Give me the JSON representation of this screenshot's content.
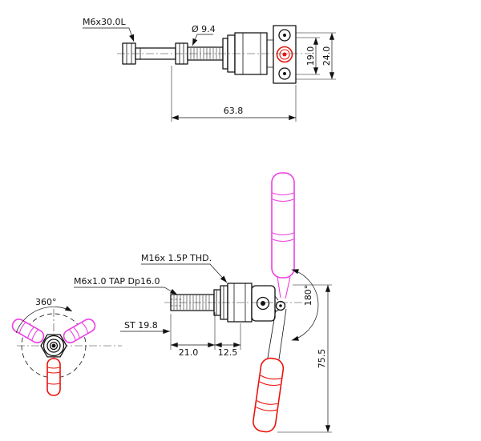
{
  "drawing": {
    "top_view": {
      "bolt_spec": "M6x30.0L",
      "shaft_diameter": "Ø 9.4",
      "inner_height": "19.0",
      "outer_height": "24.0",
      "overall_length": "63.8"
    },
    "front_view": {
      "mount_thread": "M16x 1.5P THD.",
      "tap_thread": "M6x1.0 TAP Dp16.0",
      "handle_rotation": "360°",
      "stroke": "ST 19.8",
      "plunger_length": "21.0",
      "flange_width": "12.5",
      "handle_swing": "180°",
      "overall_height": "75.5"
    },
    "colors": {
      "line": "#111111",
      "handle_red": "#e8130c",
      "handle_alt_magenta": "#ec3fe3"
    }
  }
}
